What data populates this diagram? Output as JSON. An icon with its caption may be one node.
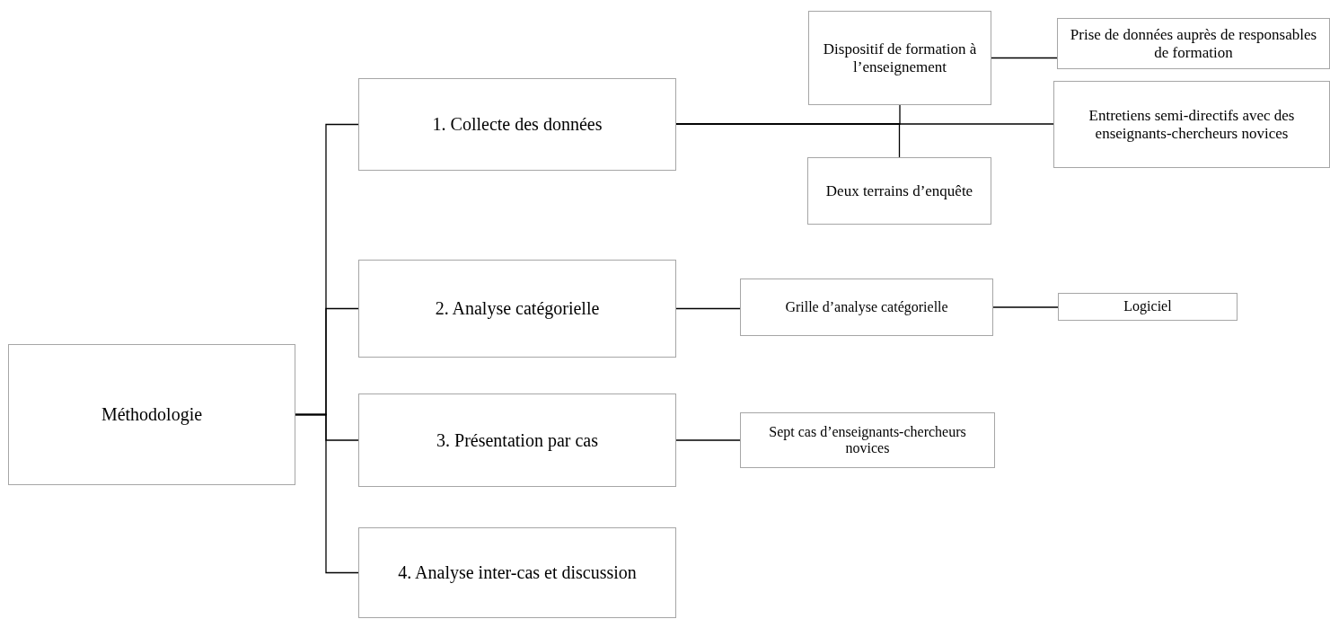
{
  "diagram": {
    "nodes": [
      {
        "text": [
          "Méthodologie"
        ]
      },
      {
        "text": [
          "1. Collecte des données"
        ]
      },
      {
        "text": [
          "2. Analyse catégorielle"
        ]
      },
      {
        "text": [
          "3. Présentation par cas"
        ]
      },
      {
        "text": [
          "4. Analyse inter-cas et discussion"
        ]
      },
      {
        "text": [
          "Dispositif de formation à l’enseignement"
        ]
      },
      {
        "text": [
          "Prise de données auprès de responsables de formation"
        ]
      },
      {
        "text": [
          "Entretiens semi-directifs avec des enseignants-chercheurs novices"
        ]
      },
      {
        "text": [
          "Deux terrains d’enquête"
        ]
      },
      {
        "text": [
          "Grille d’analyse catégorielle"
        ]
      },
      {
        "text": [
          "Logiciel"
        ]
      },
      {
        "text": [
          "Sept cas d’enseignants-chercheurs novices"
        ]
      }
    ],
    "edges": [
      {
        "from": 0,
        "to": 1,
        "arrow": "none"
      },
      {
        "from": 0,
        "to": 2,
        "arrow": "none"
      },
      {
        "from": 0,
        "to": 3,
        "arrow": "none"
      },
      {
        "from": 0,
        "to": 4,
        "arrow": "none"
      },
      {
        "from": 1,
        "to": 7,
        "arrow": "none"
      },
      {
        "from": 1,
        "to": 5,
        "arrow": "none"
      },
      {
        "from": 1,
        "to": 8,
        "arrow": "none"
      },
      {
        "from": 5,
        "to": 6,
        "arrow": "none"
      },
      {
        "from": 2,
        "to": 9,
        "arrow": "none"
      },
      {
        "from": 9,
        "to": 10,
        "arrow": "none"
      },
      {
        "from": 3,
        "to": 11,
        "arrow": "none"
      }
    ]
  }
}
